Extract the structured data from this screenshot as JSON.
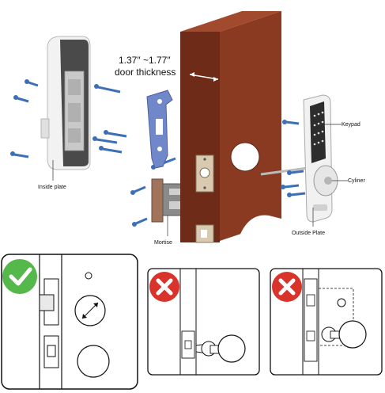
{
  "labels": {
    "thickness_line1": "1.37″ ~1.77″",
    "thickness_line2": "door thickness",
    "inside_plate": "Inside plate",
    "mortise": "Mortise",
    "keypad": "Keypad",
    "cylinder": "Cyliner",
    "outside_plate": "Outside Plate"
  },
  "panels": [
    {
      "name": "correct-mortise-door",
      "verdict": "correct",
      "icon": "check-icon"
    },
    {
      "name": "wrong-knob-door",
      "verdict": "incorrect",
      "icon": "x-icon"
    },
    {
      "name": "wrong-mortise-lever-door",
      "verdict": "incorrect",
      "icon": "x-icon"
    }
  ],
  "colors": {
    "door": "#8b3a22",
    "door_top": "#a14a2e",
    "door_side": "#6e2c18",
    "screw": "#3b6fb8",
    "bracket": "#6f86c8",
    "check": "#55b84a",
    "cross": "#d9342b"
  }
}
